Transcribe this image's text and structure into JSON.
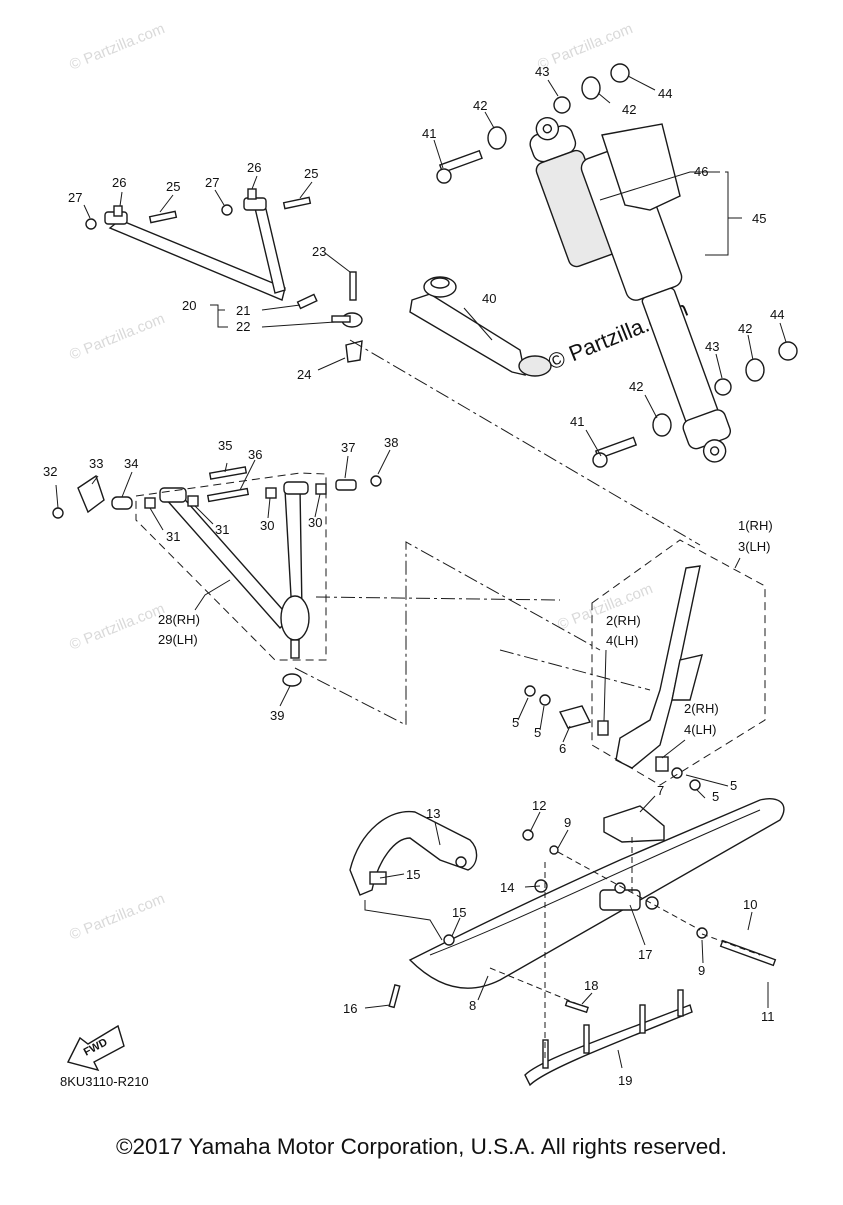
{
  "diagram_code": "8KU3110-R210",
  "copyright": "©2017 Yamaha Motor Corporation, U.S.A. All rights reserved.",
  "watermark": "© Partzilla.com",
  "fwd_label": "FWD",
  "callouts": {
    "c1": "1(RH)",
    "c3": "3(LH)",
    "c2a": "2(RH)",
    "c4a": "4(LH)",
    "c2b": "2(RH)",
    "c4b": "4(LH)",
    "c5a": "5",
    "c5b": "5",
    "c5c": "5",
    "c5d": "5",
    "c6": "6",
    "c7": "7",
    "c8": "8",
    "c9a": "9",
    "c9b": "9",
    "c10": "10",
    "c11": "11",
    "c12": "12",
    "c13": "13",
    "c14": "14",
    "c15a": "15",
    "c15b": "15",
    "c16": "16",
    "c17": "17",
    "c18": "18",
    "c19": "19",
    "c20": "20",
    "c21": "21",
    "c22": "22",
    "c23": "23",
    "c24": "24",
    "c25a": "25",
    "c25b": "25",
    "c26a": "26",
    "c26b": "26",
    "c27a": "27",
    "c27b": "27",
    "c28": "28(RH)",
    "c29": "29(LH)",
    "c30a": "30",
    "c30b": "30",
    "c31a": "31",
    "c31b": "31",
    "c32": "32",
    "c33": "33",
    "c34": "34",
    "c35": "35",
    "c36": "36",
    "c37": "37",
    "c38": "38",
    "c39": "39",
    "c40": "40",
    "c41a": "41",
    "c41b": "41",
    "c42a": "42",
    "c42b": "42",
    "c42c": "42",
    "c42d": "42",
    "c43a": "43",
    "c43b": "43",
    "c44a": "44",
    "c44b": "44",
    "c45": "45",
    "c46": "46"
  }
}
